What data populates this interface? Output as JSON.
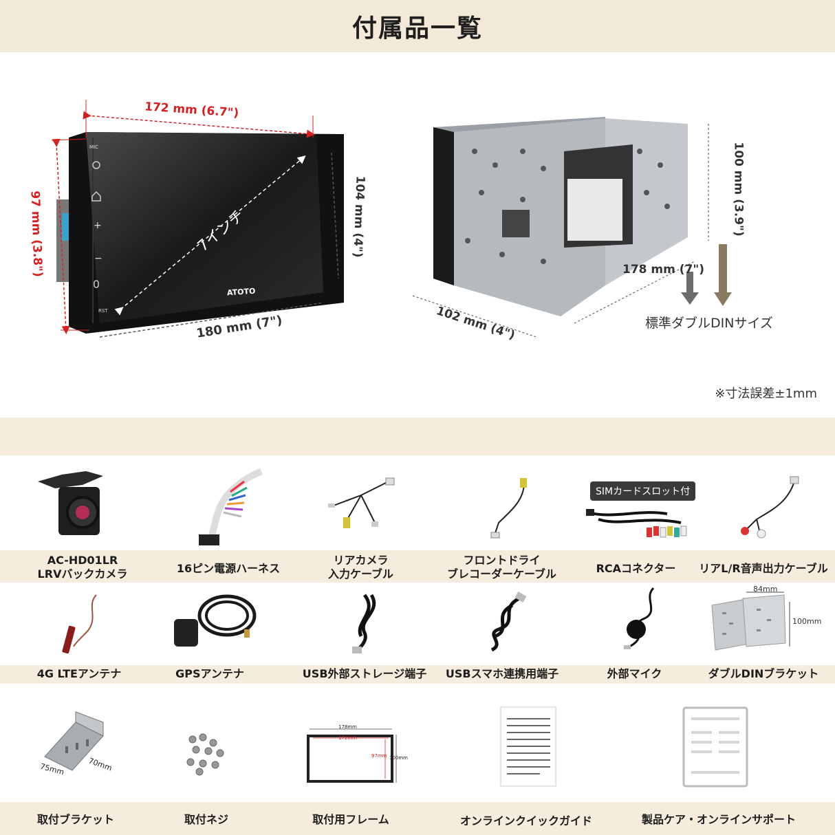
{
  "title": "付属品一覧",
  "head_unit": {
    "brand": "ATOTO",
    "screen_size": "7インチ",
    "screen_width": "172 mm (6.7\")",
    "total_width": "180 mm (7\")",
    "screen_height": "97 mm (3.8\")",
    "total_height": "104 mm (4\")",
    "btn_mic": "MIC",
    "btn_rst": "RST",
    "btn_plus": "+",
    "btn_minus": "−"
  },
  "chassis": {
    "height": "100 mm (3.9\")",
    "depth": "102 mm (4\")",
    "width": "178 mm (7\")",
    "standard": "標準ダブルDINサイズ"
  },
  "tolerance_note": "※寸法誤差±1mm",
  "row1": [
    {
      "icon": "rear-camera-icon",
      "label_lines": [
        "AC-HD01LR",
        "LRVバックカメラ"
      ]
    },
    {
      "icon": "power-harness-icon",
      "label_lines": [
        "16ピン電源ハーネス"
      ]
    },
    {
      "icon": "rear-camera-cable-icon",
      "label_lines": [
        "リアカメラ",
        "入力ケーブル"
      ]
    },
    {
      "icon": "dashcam-cable-icon",
      "label_lines": [
        "フロントドライ",
        "ブレコーダーケーブル"
      ]
    },
    {
      "icon": "rca-connector-icon",
      "label_lines": [
        "RCAコネクター"
      ],
      "tag": "SIMカードスロット付"
    },
    {
      "icon": "audio-out-cable-icon",
      "label_lines": [
        "リアL/R音声出力ケーブル"
      ]
    }
  ],
  "row2": [
    {
      "icon": "lte-antenna-icon",
      "label": "4G LTEアンテナ"
    },
    {
      "icon": "gps-antenna-icon",
      "label": "GPSアンテナ"
    },
    {
      "icon": "usb-storage-cable-icon",
      "label": "USB外部ストレージ端子"
    },
    {
      "icon": "usb-phone-cable-icon",
      "label": "USBスマホ連携用端子"
    },
    {
      "icon": "external-mic-icon",
      "label": "外部マイク"
    },
    {
      "icon": "double-din-bracket-icon",
      "label": "ダブルDINブラケット",
      "dim_w": "84mm",
      "dim_h": "100mm"
    }
  ],
  "row3": [
    {
      "icon": "mount-bracket-icon",
      "label": "取付ブラケット",
      "dim_a": "75mm",
      "dim_b": "70mm"
    },
    {
      "icon": "screws-icon",
      "label": "取付ネジ"
    },
    {
      "icon": "mount-frame-icon",
      "label": "取付用フレーム",
      "dim_outer_w": "178mm",
      "dim_inner_w": "172mm",
      "dim_inner_h": "97mm",
      "dim_outer_h": "100mm"
    },
    {
      "icon": "quick-guide-icon",
      "label": "オンラインクイックガイド"
    },
    {
      "icon": "care-support-icon",
      "label": "製品ケア・オンラインサポート"
    }
  ]
}
